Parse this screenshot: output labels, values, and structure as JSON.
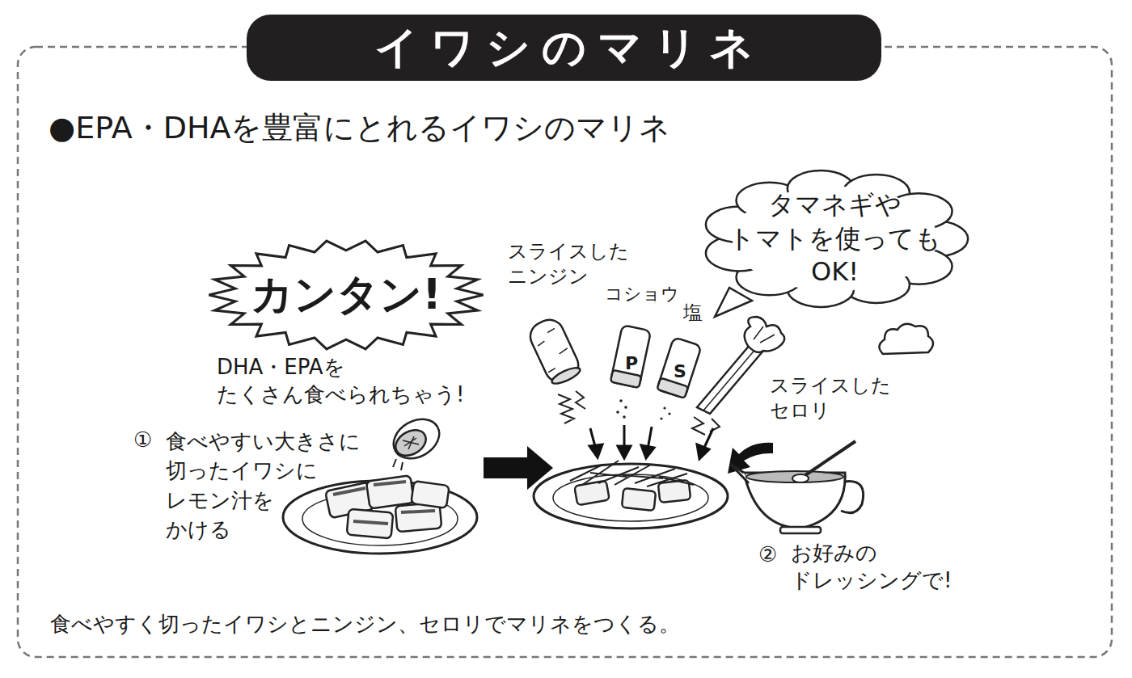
{
  "diagram": {
    "title": "イワシのマリネ",
    "caption": "食べやすく切ったイワシとニンジン、セロリでマリネをつくる。",
    "nodes": [
      {
        "text": [
          "タマネギや トマトを使っても OK!"
        ]
      },
      {
        "text": [
          "カンタン!"
        ]
      }
    ],
    "labels": [
      "●EPA・DHAを豊富にとれるイワシのマリネ",
      "DHA・EPAを たくさん食べられちゃう!",
      "スライスした ニンジン",
      "コショウ",
      "塩",
      "P",
      "S",
      "スライスした セロリ",
      "①",
      "食べやすい大きさに 切ったイワシに レモン汁を かける",
      "②",
      "お好みの ドレッシングで!"
    ]
  }
}
